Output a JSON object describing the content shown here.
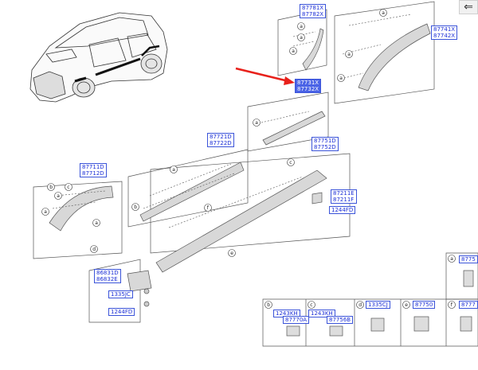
{
  "nav": {
    "back_icon": "arrow-left-icon",
    "back_glyph": "⇐"
  },
  "callouts": {
    "a": "a",
    "b": "b",
    "c": "c",
    "d": "d",
    "e": "e",
    "f": "f"
  },
  "parts": {
    "p87781": [
      "87781X",
      "87782X"
    ],
    "p87741": [
      "87741X",
      "87742X"
    ],
    "p87731": [
      "87731X",
      "87732X"
    ],
    "p87721": [
      "87721D",
      "87722D"
    ],
    "p87751": [
      "87751D",
      "87752D"
    ],
    "p87711": [
      "87711D",
      "87712D"
    ],
    "p87211": [
      "87211E",
      "87211F"
    ],
    "p1244a": "1244FD",
    "p86831": [
      "86831D",
      "86832E"
    ],
    "p1335jc": "1335JC",
    "p1244b": "1244FD",
    "p1243kh_b": "1243KH",
    "p87770a": "87770A",
    "p1243kh_c": "1243KH",
    "p87756b": "87756B",
    "p1335cj": "1335CJ",
    "p87750": "87750",
    "p8777": "8777",
    "p8775": "8775"
  },
  "colors": {
    "code_text": "#1c2fd6",
    "code_border": "#3b54d9",
    "selected_bg": "#4a63e6",
    "arrow": "#e8211b"
  }
}
